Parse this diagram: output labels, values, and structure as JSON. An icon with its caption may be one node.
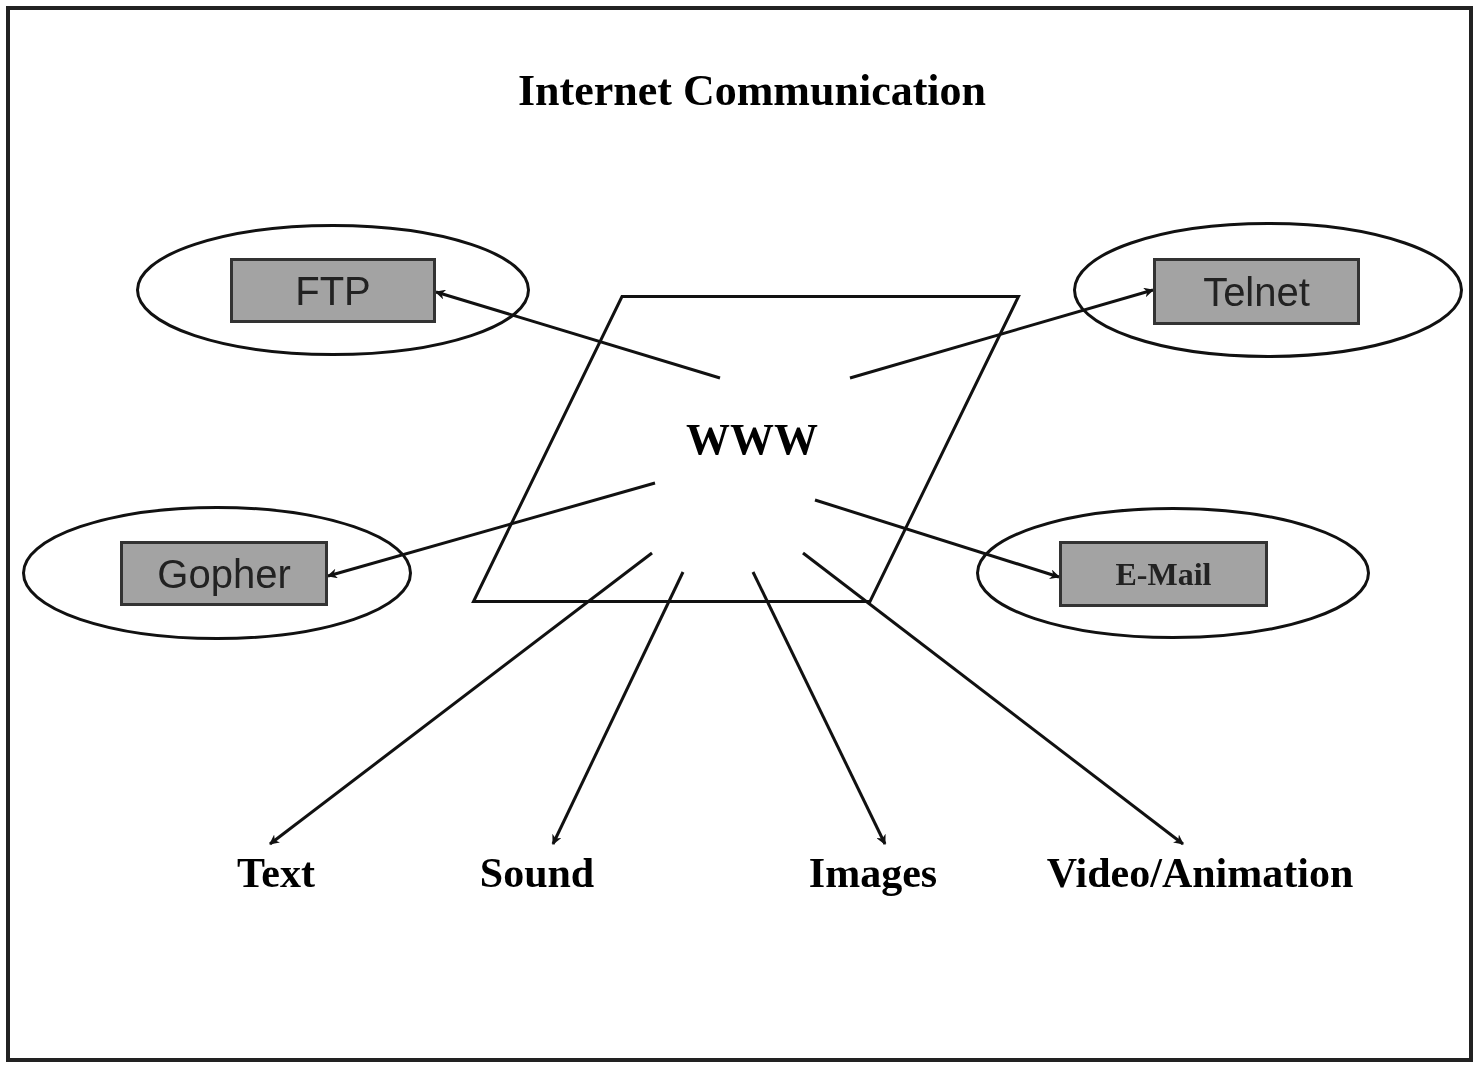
{
  "diagram": {
    "title": "Internet Communication",
    "nodes": [
      {
        "text": [],
        "shape": "ellipse"
      },
      {
        "text": [
          "FTP"
        ],
        "in": 0
      },
      {
        "text": [],
        "shape": "ellipse"
      },
      {
        "text": [
          "Telnet"
        ],
        "in": 2
      },
      {
        "text": [
          "WWW"
        ]
      },
      {
        "text": [],
        "shape": "ellipse"
      },
      {
        "text": [
          "Gopher"
        ],
        "in": 5
      },
      {
        "text": [],
        "shape": "ellipse"
      },
      {
        "text": [
          "E-Mail"
        ],
        "in": 7
      },
      {
        "text": [
          "Text"
        ]
      },
      {
        "text": [
          "Sound"
        ]
      },
      {
        "text": [
          "Images"
        ]
      },
      {
        "text": [
          "Video/Animation"
        ]
      }
    ],
    "edges": [
      {
        "from": 4,
        "to": 1,
        "arrow": "to"
      },
      {
        "from": 4,
        "to": 3,
        "arrow": "to"
      },
      {
        "from": 4,
        "to": 6,
        "arrow": "to"
      },
      {
        "from": 4,
        "to": 8,
        "arrow": "to"
      },
      {
        "from": 4,
        "to": 9,
        "arrow": "to"
      },
      {
        "from": 4,
        "to": 10,
        "arrow": "to"
      },
      {
        "from": 4,
        "to": 11,
        "arrow": "to"
      },
      {
        "from": 4,
        "to": 12,
        "arrow": "to"
      }
    ]
  }
}
